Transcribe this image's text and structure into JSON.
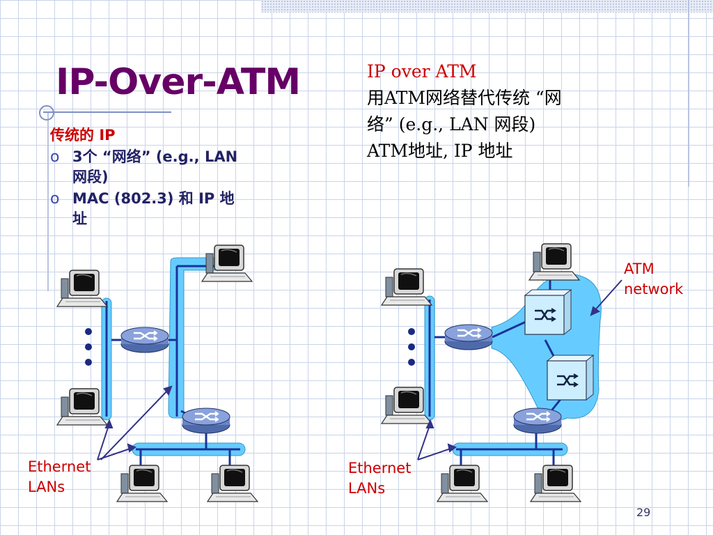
{
  "slide": {
    "title": "IP-Over-ATM",
    "page_number": "29"
  },
  "right_text": {
    "line1": "IP over ATM",
    "line2": "用ATM网络替代传统 “网",
    "line3": "络” (e.g., LAN 网段)",
    "line4": "ATM地址, IP 地址"
  },
  "left_text": {
    "heading_a": "传统的 ",
    "heading_b": "IP",
    "bullet_marker": "o",
    "items": [
      {
        "line1": "3个 “网络” (e.g., LAN",
        "line2": "网段)"
      },
      {
        "line1": "MAC (802.3) 和 IP 地",
        "line2": "址"
      }
    ]
  },
  "diagram": {
    "left_label_line1": "Ethernet",
    "left_label_line2": "LANs",
    "right_label_line1": "Ethernet",
    "right_label_line2": "LANs",
    "atm_label_line1": "ATM",
    "atm_label_line2": "network",
    "colors": {
      "lan_segment": "#66ccff",
      "atm_cloud": "#66ccff",
      "router": "#6b86c8",
      "switch": "#cceeff",
      "label_red": "#cc0000",
      "title_purple": "#660066"
    },
    "icons": [
      "computer-icon",
      "router-icon",
      "atm-switch-icon"
    ]
  }
}
